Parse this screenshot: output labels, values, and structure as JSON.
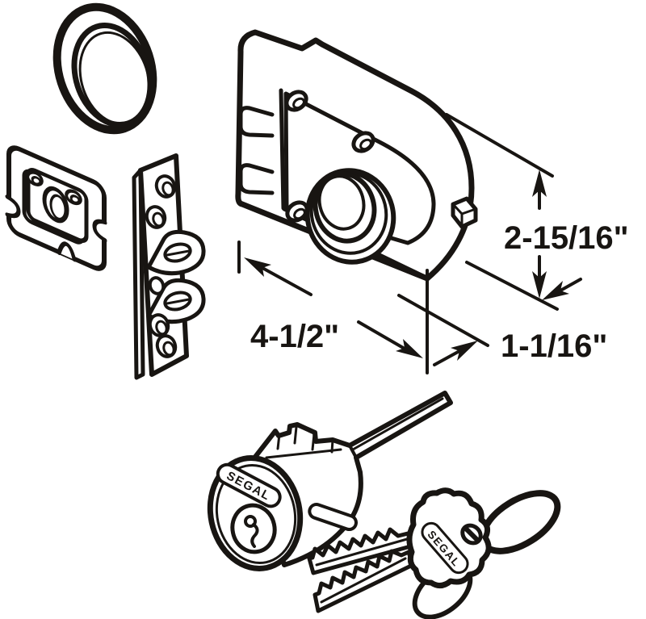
{
  "diagram": {
    "dimensions": {
      "height_label": "2-15/16\"",
      "width_label": "4-1/2\"",
      "thickness_label": "1-1/16\""
    },
    "brand": {
      "cylinder_badge": "SEGAL",
      "key_badge": "SEGAL"
    },
    "colors": {
      "line": "#181512",
      "background": "#ffffff"
    },
    "parts": [
      "trim-ring",
      "mounting-plate",
      "strike-plate",
      "lock-body",
      "lock-cylinder",
      "keys"
    ]
  }
}
